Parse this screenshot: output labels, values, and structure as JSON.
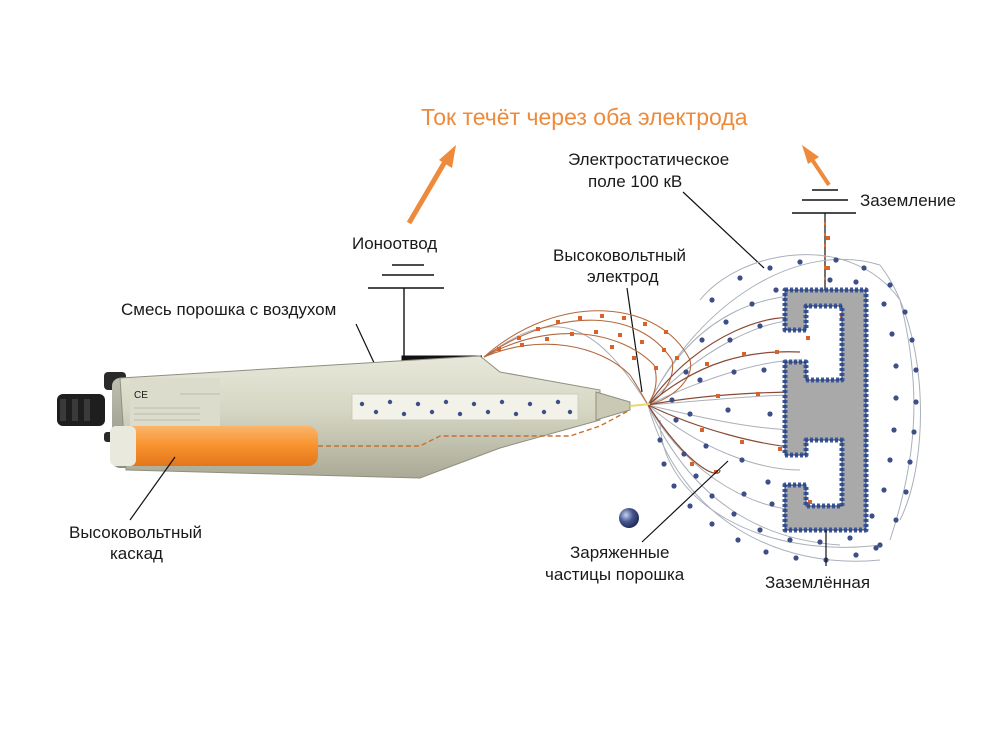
{
  "title": "Ток течёт через оба электрода",
  "labels": {
    "electrostatic_field_line1": "Электростатическое",
    "electrostatic_field_line2": "поле 100 кВ",
    "grounding": "Заземление",
    "ion_collector": "Ионоотвод",
    "hv_electrode_line1": "Высоковольтный",
    "hv_electrode_line2": "электрод",
    "powder_air_mix": "Смесь порошка с воздухом",
    "hv_cascade_line1": "Высоковольтный",
    "hv_cascade_line2": "каскад",
    "charged_particles_line1": "Заряженные",
    "charged_particles_line2": "частицы порошка",
    "grounded_part": "Заземлённая"
  },
  "gun_plate": {
    "logo": "CE"
  },
  "colors": {
    "accent": "#ee8a3b",
    "cascade": "#f7922d",
    "gun_body": "#d8d8c6",
    "part_fill": "#a9a9a9",
    "part_border": "#3d5a9e",
    "particle": "#3d4f86",
    "charge_dot": "#d9622b",
    "field_line": "#a9b0ba"
  },
  "icons": [
    "up-arrow-icon",
    "ground-symbol-icon",
    "particle-icon",
    "ce-mark-icon"
  ]
}
